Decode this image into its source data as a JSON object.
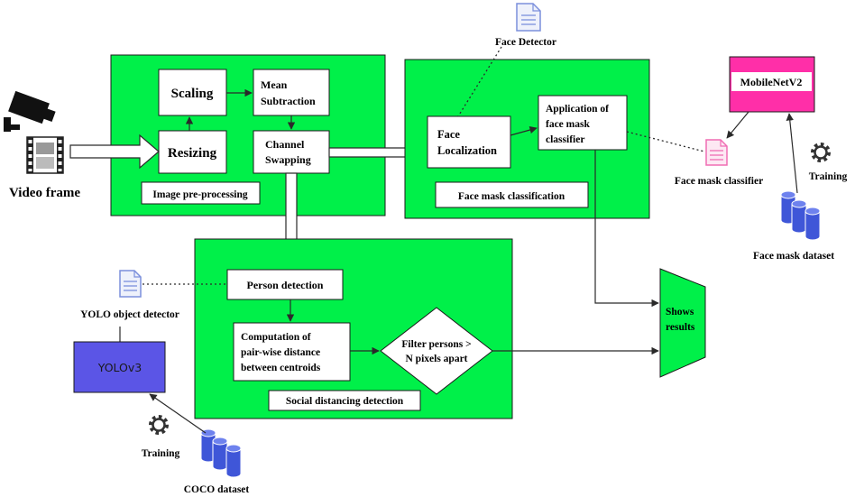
{
  "colors": {
    "stage_fill": "#00f049",
    "stage_border": "#1a1a1a",
    "box_fill": "#ffffff",
    "mobilenet_fill": "#ff2fa8",
    "yolo_fill": "#5b55e6",
    "doc_blue": "#7b8fdc",
    "doc_pink": "#f06db4",
    "db_blue": "#3f56d8"
  },
  "input": {
    "label": "Video frame",
    "camera_icon": "cctv-camera-icon",
    "film_icon": "film-strip-icon"
  },
  "preprocessing": {
    "title": "Image pre-processing",
    "scaling": "Scaling",
    "resizing": "Resizing",
    "mean_line1": "Mean",
    "mean_line2": "Subtraction",
    "channel_line1": "Channel",
    "channel_line2": "Swapping"
  },
  "face_mask": {
    "title": "Face mask classification",
    "face_detector": "Face Detector",
    "localization_line1": "Face",
    "localization_line2": "Localization",
    "application_line1": "Application of",
    "application_line2": "face mask",
    "application_line3": "classifier"
  },
  "mobilenet": {
    "label": "MobileNetV2",
    "classifier_label": "Face mask classifier",
    "training_label": "Training",
    "dataset_label": "Face mask dataset"
  },
  "social": {
    "title": "Social distancing detection",
    "person_detection": "Person detection",
    "computation_line1": "Computation of",
    "computation_line2": "pair-wise distance",
    "computation_line3": "between centroids",
    "filter_line1": "Filter persons >",
    "filter_line2": "N pixels apart"
  },
  "yolo": {
    "detector_label": "YOLO object detector",
    "box_label": "YOLOv3",
    "training_label": "Training",
    "dataset_label": "COCO dataset"
  },
  "output": {
    "line1": "Shows",
    "line2": "results"
  }
}
